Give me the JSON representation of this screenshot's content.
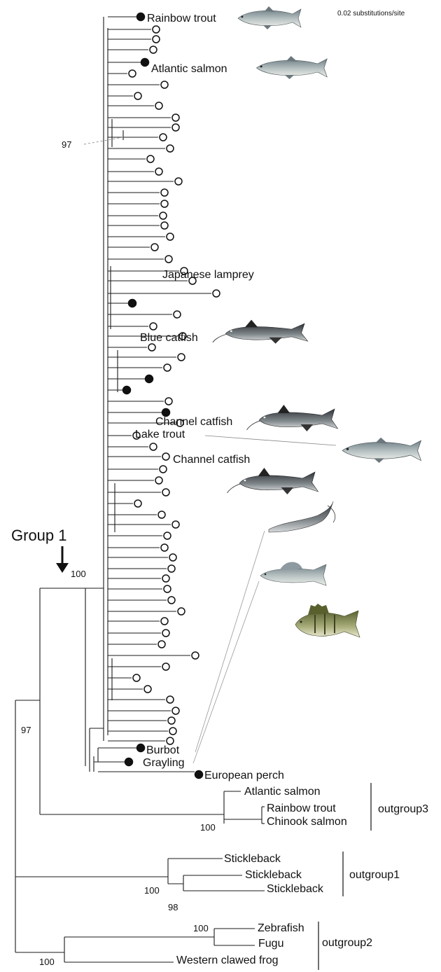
{
  "scale_label": "0.02 substitutions/site",
  "group_label": "Group 1",
  "bootstrap": {
    "b97_top": "97",
    "b100_group1": "100",
    "b97_root": "97",
    "b100_og3": "100",
    "b100_og1": "100",
    "b98_og1": "98",
    "b100_og2_inner": "100",
    "b100_og2": "100"
  },
  "taxa": {
    "rainbow_trout": "Rainbow trout",
    "atlantic_salmon": "Atlantic salmon",
    "japanese_lamprey": "Japanese lamprey",
    "blue_catfish": "Blue catfish",
    "channel_catfish_1": "Channel catfish",
    "lake_trout": "Lake trout",
    "channel_catfish_2": "Channel catfish",
    "burbot": "Burbot",
    "grayling": "Grayling",
    "european_perch": "European perch"
  },
  "outgroups": {
    "og3_label": "outgroup3",
    "og3_taxa": [
      "Atlantic salmon",
      "Rainbow trout",
      "Chinook salmon"
    ],
    "og1_label": "outgroup1",
    "og1_taxa": [
      "Stickleback",
      "Stickleback",
      "Stickleback"
    ],
    "og2_label": "outgroup2",
    "og2_taxa": [
      "Zebrafish",
      "Fugu",
      "Western clawed frog"
    ]
  },
  "fish_icons": [
    "trout-icon",
    "salmon-icon",
    "blue-catfish-icon",
    "channel-catfish-icon",
    "lake-trout-icon",
    "channel-catfish-icon",
    "burbot-icon",
    "grayling-icon",
    "perch-icon"
  ]
}
